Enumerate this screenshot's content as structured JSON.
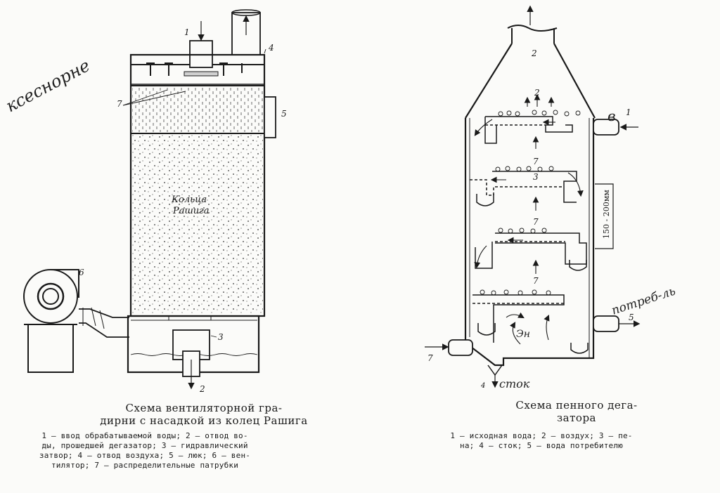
{
  "left_figure": {
    "handwritten_note": "ксеснорне",
    "inner_label_line1": "Кольца",
    "inner_label_line2": "Рашига",
    "callouts": [
      "1",
      "4",
      "7",
      "5",
      "6",
      "3",
      "2"
    ],
    "caption_line1": "Схема вентиляторной гра-",
    "caption_line2": "дирни с насадкой из колец Рашига",
    "legend_lines": [
      "1 — ввод обрабатываемой воды; 2 — отвод во-",
      "ды, прошедшей дегазатор; 3 — гидравлический",
      "затвор; 4 — отвод воздуха; 5 — люк; 6 — вен-",
      "тилятор; 7 — распределительные патрубки"
    ]
  },
  "right_figure": {
    "callouts": [
      "2",
      "2",
      "1",
      "3",
      "7",
      "7",
      "7",
      "5",
      "7",
      "4"
    ],
    "dimension_label": "150 - 200мм",
    "handwritten_in": "в",
    "handwritten_user": "потреб-ль",
    "handwritten_drain": "сток",
    "handwritten_foam": "Эн",
    "caption_line1": "Схема пенного дега-",
    "caption_line2": "затора",
    "legend_lines": [
      "1 — исходная вода; 2 — воздух; 3 — пе-",
      "на; 4 — сток; 5 — вода потребителю"
    ]
  }
}
